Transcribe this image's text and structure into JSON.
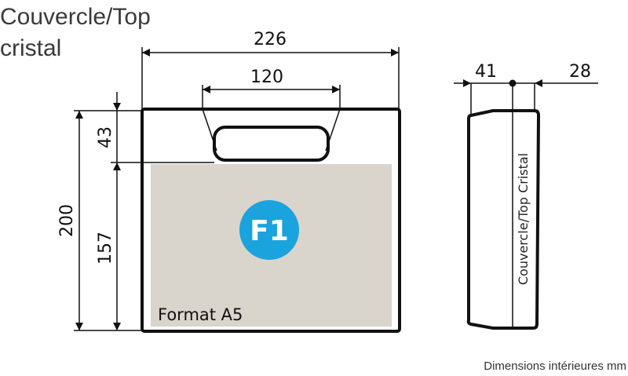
{
  "title": {
    "line1": "Couvercle/Top",
    "line2": "cristal"
  },
  "front_view": {
    "width_mm": "226",
    "handle_width_mm": "120",
    "total_height_mm": "200",
    "top_section_mm": "43",
    "lower_section_mm": "157",
    "badge_label": "F1",
    "format_label": "Format A5"
  },
  "side_view": {
    "depth_left_mm": "41",
    "depth_right_mm": "28",
    "lid_label": "Couvercle/Top Cristal"
  },
  "footnote": "Dimensions intérieures mm",
  "colors": {
    "outline": "#111111",
    "insert_fill": "#d9d4cc",
    "badge": "#1aa3dd",
    "text_gray": "#3a3a3a"
  }
}
